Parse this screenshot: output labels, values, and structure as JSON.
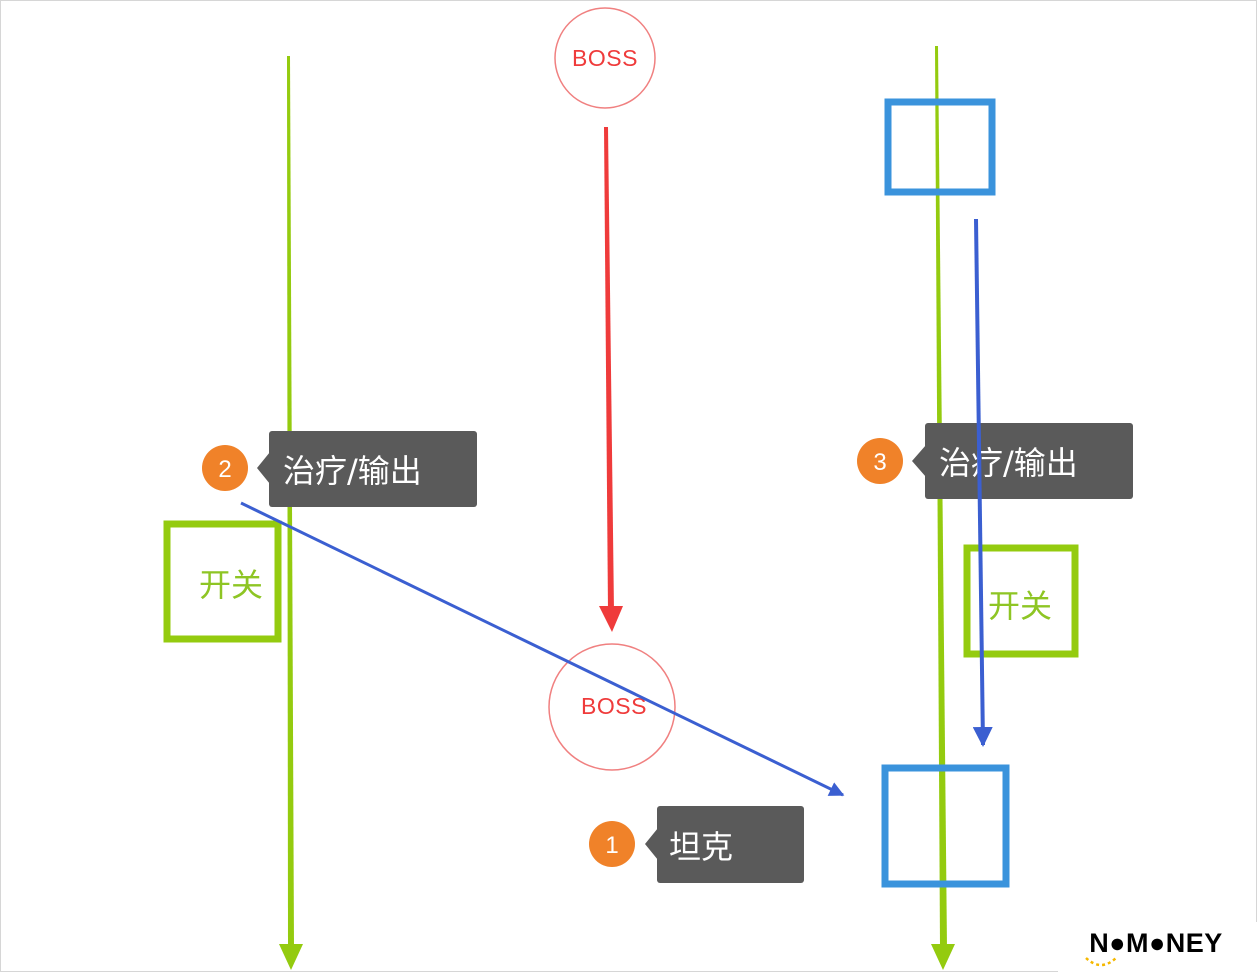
{
  "boss": {
    "top_label": "BOSS",
    "bottom_label": "BOSS"
  },
  "labels": {
    "left": {
      "number": "2",
      "text": "治疗/输出"
    },
    "right": {
      "number": "3",
      "text": "治疗/输出"
    },
    "bottom": {
      "number": "1",
      "text": "坦克"
    }
  },
  "switches": {
    "left": "开关",
    "right": "开关"
  },
  "logo": {
    "text": "NOMONEY"
  },
  "colors": {
    "lane_green": "#94cb0f",
    "boss_red": "#ef3b3b",
    "move_blue": "#3b5fd1",
    "marker_blue": "#3a93dc",
    "badge_orange": "#f08229",
    "tooltip_gray": "#5a5a5a"
  }
}
